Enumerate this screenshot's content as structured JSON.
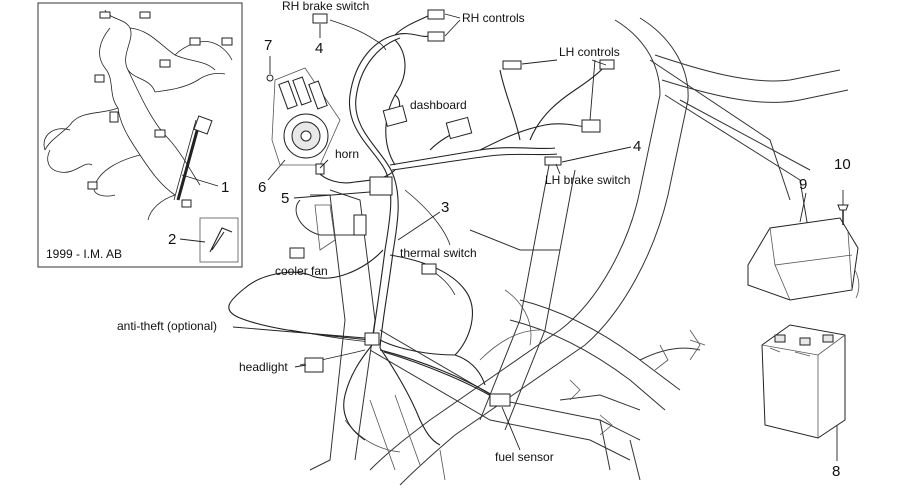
{
  "labels": {
    "rh_brake_switch": "RH brake switch",
    "rh_controls": "RH controls",
    "lh_controls": "LH controls",
    "dashboard": "dashboard",
    "horn": "horn",
    "lh_brake_switch": "LH brake switch",
    "thermal_switch": "thermal switch",
    "cooler_fan": "cooler fan",
    "anti_theft": "anti-theft (optional)",
    "headlight": "headlight",
    "fuel_sensor": "fuel sensor",
    "inset_caption": "1999 - I.M. AB"
  },
  "callouts": {
    "n1": "1",
    "n2": "2",
    "n3": "3",
    "n4a": "4",
    "n4b": "4",
    "n5": "5",
    "n6": "6",
    "n7": "7",
    "n8": "8",
    "n9": "9",
    "n10": "10"
  }
}
